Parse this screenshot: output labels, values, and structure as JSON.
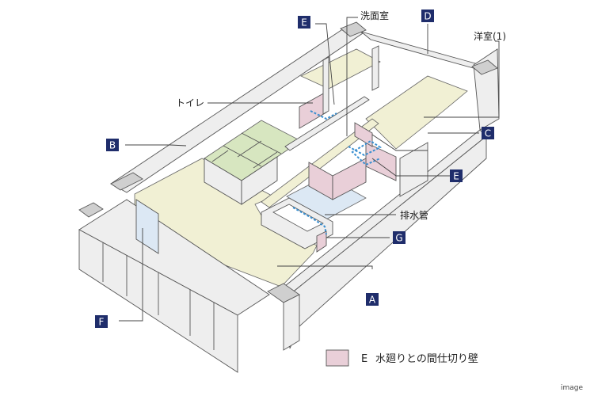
{
  "labels": {
    "E_top": "E",
    "D": "D",
    "B": "B",
    "C": "C",
    "E_right": "E",
    "G": "G",
    "A": "A",
    "F": "F"
  },
  "texts": {
    "senmen": "洗面室",
    "youshitsu": "洋室(1)",
    "toire": "トイレ",
    "haisui": "排水管"
  },
  "legend": {
    "letter": "E",
    "text": "水廻りとの間仕切り壁"
  },
  "footer": "image",
  "colors": {
    "badge": "#1f2d6b",
    "floor": "#f1f0d4",
    "tatami": "#d7e6c0",
    "water_room": "#dce8f4",
    "partition_wall": "#e9cfd8",
    "wall": "#eeeeee",
    "wall_top": "#cfcfcf",
    "pipe": "#3a8fd0"
  }
}
